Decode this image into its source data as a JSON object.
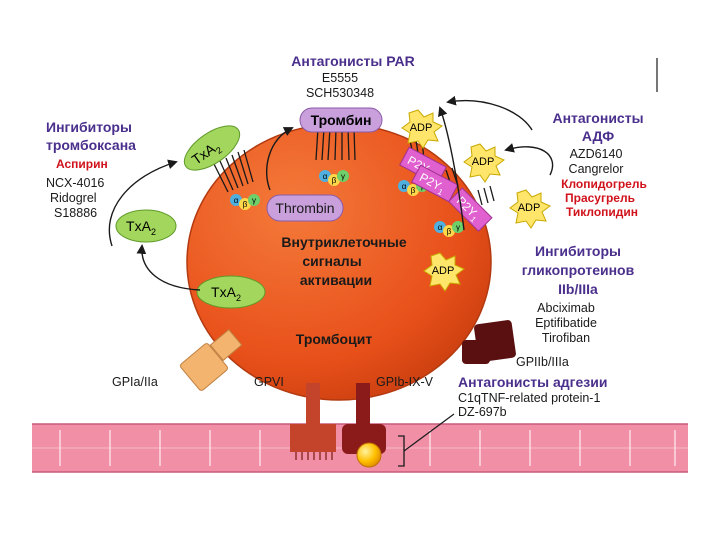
{
  "headers": {
    "par_antagonists": "Антагонисты PAR",
    "txa_inhibitors_l1": "Ингибиторы",
    "txa_inhibitors_l2": "тромбоксана",
    "adp_antagonists_l1": "Антагонисты",
    "adp_antagonists_l2": "АДФ",
    "gp_inhibitors_l1": "Ингибиторы",
    "gp_inhibitors_l2": "гликопротеинов",
    "gp_inhibitors_l3": "IIb/IIIa",
    "adhesion_antagonists": "Антагонисты адгезии"
  },
  "par_drugs": [
    "E5555",
    "SCH530348"
  ],
  "txa_drugs": {
    "highlight": "Аспирин",
    "others": [
      "NCX-4016",
      "Ridogrel",
      "S18886"
    ]
  },
  "adp_drugs": {
    "black": [
      "AZD6140",
      "Cangrelor"
    ],
    "red": [
      "Клопидогрель",
      "Прасугрель",
      "Тиклопидин"
    ]
  },
  "gp_drugs": [
    "Abciximab",
    "Eptifibatide",
    "Tirofiban"
  ],
  "adhesion_drugs": [
    "C1qTNF-related protein-1",
    "DZ-697b"
  ],
  "cell": {
    "signals_l1": "Внутриклеточные",
    "signals_l2": "сигналы",
    "signals_l3": "активации",
    "name": "Тромбоцит"
  },
  "pills": {
    "thrombin_top": "Тромбин",
    "thrombin_inner": "Thrombin",
    "txa2_top": "TxA",
    "txa2_left": "TxA",
    "txa2_inner": "TxA",
    "subscript": "2"
  },
  "adp_labels": [
    "ADP",
    "ADP",
    "ADP",
    "ADP"
  ],
  "p2y_labels": {
    "p2y12_a": "P2Y",
    "p2y12_a_sub": "12",
    "p2y1": "P2Y",
    "p2y1_sub": "1",
    "p2y12_b": "P2Y",
    "p2y12_b_sub": "1"
  },
  "receptor_labels": {
    "gp1a": "GPIa/IIa",
    "gpvi": "GPVI",
    "gp1b": "GPIb-IX-V",
    "gp2b": "GPIIb/IIIa"
  },
  "gprotein": [
    "α",
    "β",
    "γ"
  ],
  "colors": {
    "cell": "#e8501a",
    "header": "#4a2f8c",
    "red_drug": "#d0121b",
    "pill_green": "#a3d65c",
    "pill_purple": "#c9a0dc",
    "adp_star": "#ffe66b",
    "vessel": "#f08fa6",
    "p2y": "#e060d0"
  }
}
